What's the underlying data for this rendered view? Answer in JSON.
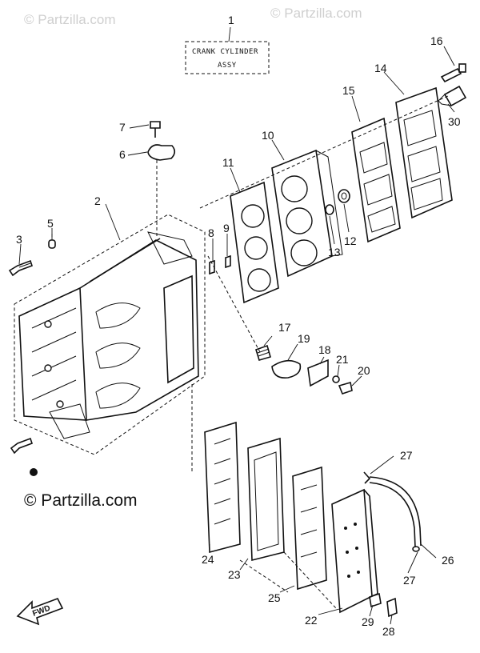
{
  "watermarks": {
    "top_left": "© Partzilla.com",
    "top_right": "© Partzilla.com",
    "bottom": "© Partzilla.com"
  },
  "title_box": {
    "number": "1",
    "line1": "CRANK CYLINDER",
    "line2": "ASSY"
  },
  "fwd_label": "FWD",
  "callouts": [
    {
      "id": "c2",
      "text": "2"
    },
    {
      "id": "c3",
      "text": "3"
    },
    {
      "id": "c5",
      "text": "5"
    },
    {
      "id": "c6",
      "text": "6"
    },
    {
      "id": "c7",
      "text": "7"
    },
    {
      "id": "c8",
      "text": "8"
    },
    {
      "id": "c9",
      "text": "9"
    },
    {
      "id": "c10",
      "text": "10"
    },
    {
      "id": "c11",
      "text": "11"
    },
    {
      "id": "c12",
      "text": "12"
    },
    {
      "id": "c13",
      "text": "13"
    },
    {
      "id": "c14",
      "text": "14"
    },
    {
      "id": "c15",
      "text": "15"
    },
    {
      "id": "c16",
      "text": "16"
    },
    {
      "id": "c17",
      "text": "17"
    },
    {
      "id": "c18",
      "text": "18"
    },
    {
      "id": "c19",
      "text": "19"
    },
    {
      "id": "c20",
      "text": "20"
    },
    {
      "id": "c21",
      "text": "21"
    },
    {
      "id": "c22",
      "text": "22"
    },
    {
      "id": "c23",
      "text": "23"
    },
    {
      "id": "c24",
      "text": "24"
    },
    {
      "id": "c25",
      "text": "25"
    },
    {
      "id": "c26",
      "text": "26"
    },
    {
      "id": "c27a",
      "text": "27"
    },
    {
      "id": "c27b",
      "text": "27"
    },
    {
      "id": "c28",
      "text": "28"
    },
    {
      "id": "c29",
      "text": "29"
    },
    {
      "id": "c30",
      "text": "30"
    }
  ]
}
